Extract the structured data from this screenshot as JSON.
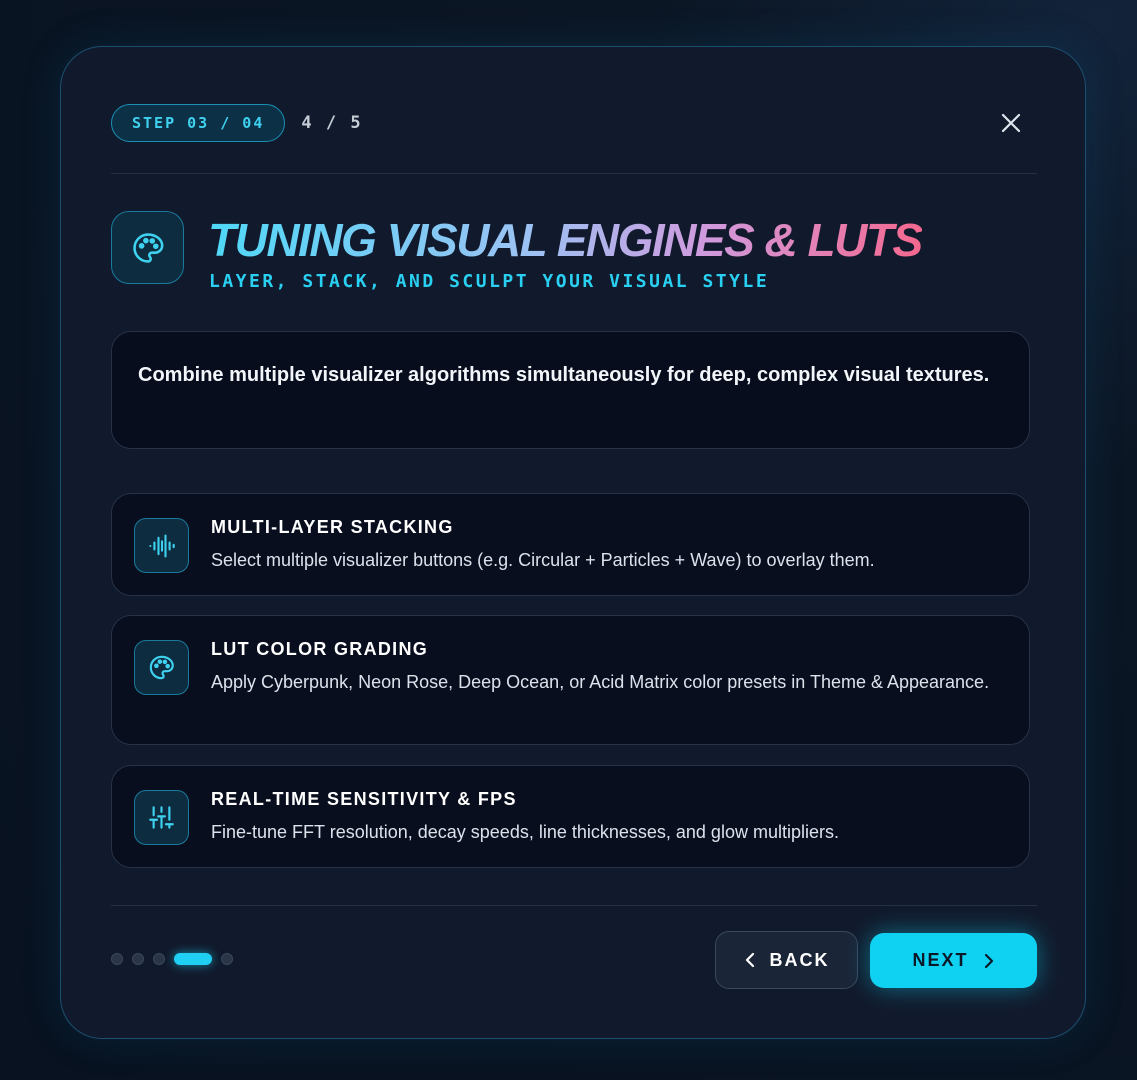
{
  "header": {
    "step_label": "STEP 03 / 04",
    "step_count": "4 / 5",
    "close_icon": "close-icon"
  },
  "hero": {
    "icon": "palette-icon",
    "title": "TUNING VISUAL ENGINES & LUTS",
    "subtitle": "LAYER, STACK, AND SCULPT YOUR VISUAL STYLE"
  },
  "description": "Combine multiple visualizer algorithms simultaneously for deep, complex visual textures.",
  "features": [
    {
      "icon": "audio-waveform-icon",
      "title": "MULTI-LAYER STACKING",
      "desc": "Select multiple visualizer buttons (e.g. Circular + Particles + Wave) to overlay them."
    },
    {
      "icon": "palette-icon",
      "title": "LUT COLOR GRADING",
      "desc": "Apply Cyberpunk, Neon Rose, Deep Ocean, or Acid Matrix color presets in Theme & Appearance."
    },
    {
      "icon": "sliders-icon",
      "title": "REAL-TIME SENSITIVITY & FPS",
      "desc": "Fine-tune FFT resolution, decay speeds, line thicknesses, and glow multipliers."
    }
  ],
  "pagination": {
    "total": 5,
    "active_index": 3
  },
  "footer": {
    "back_label": "BACK",
    "next_label": "NEXT"
  },
  "colors": {
    "accent": "#0fd2f2",
    "gradient_start": "#4fd8f7",
    "gradient_end": "#f5688f",
    "panel": "#111a2c",
    "card": "#080e1d"
  }
}
